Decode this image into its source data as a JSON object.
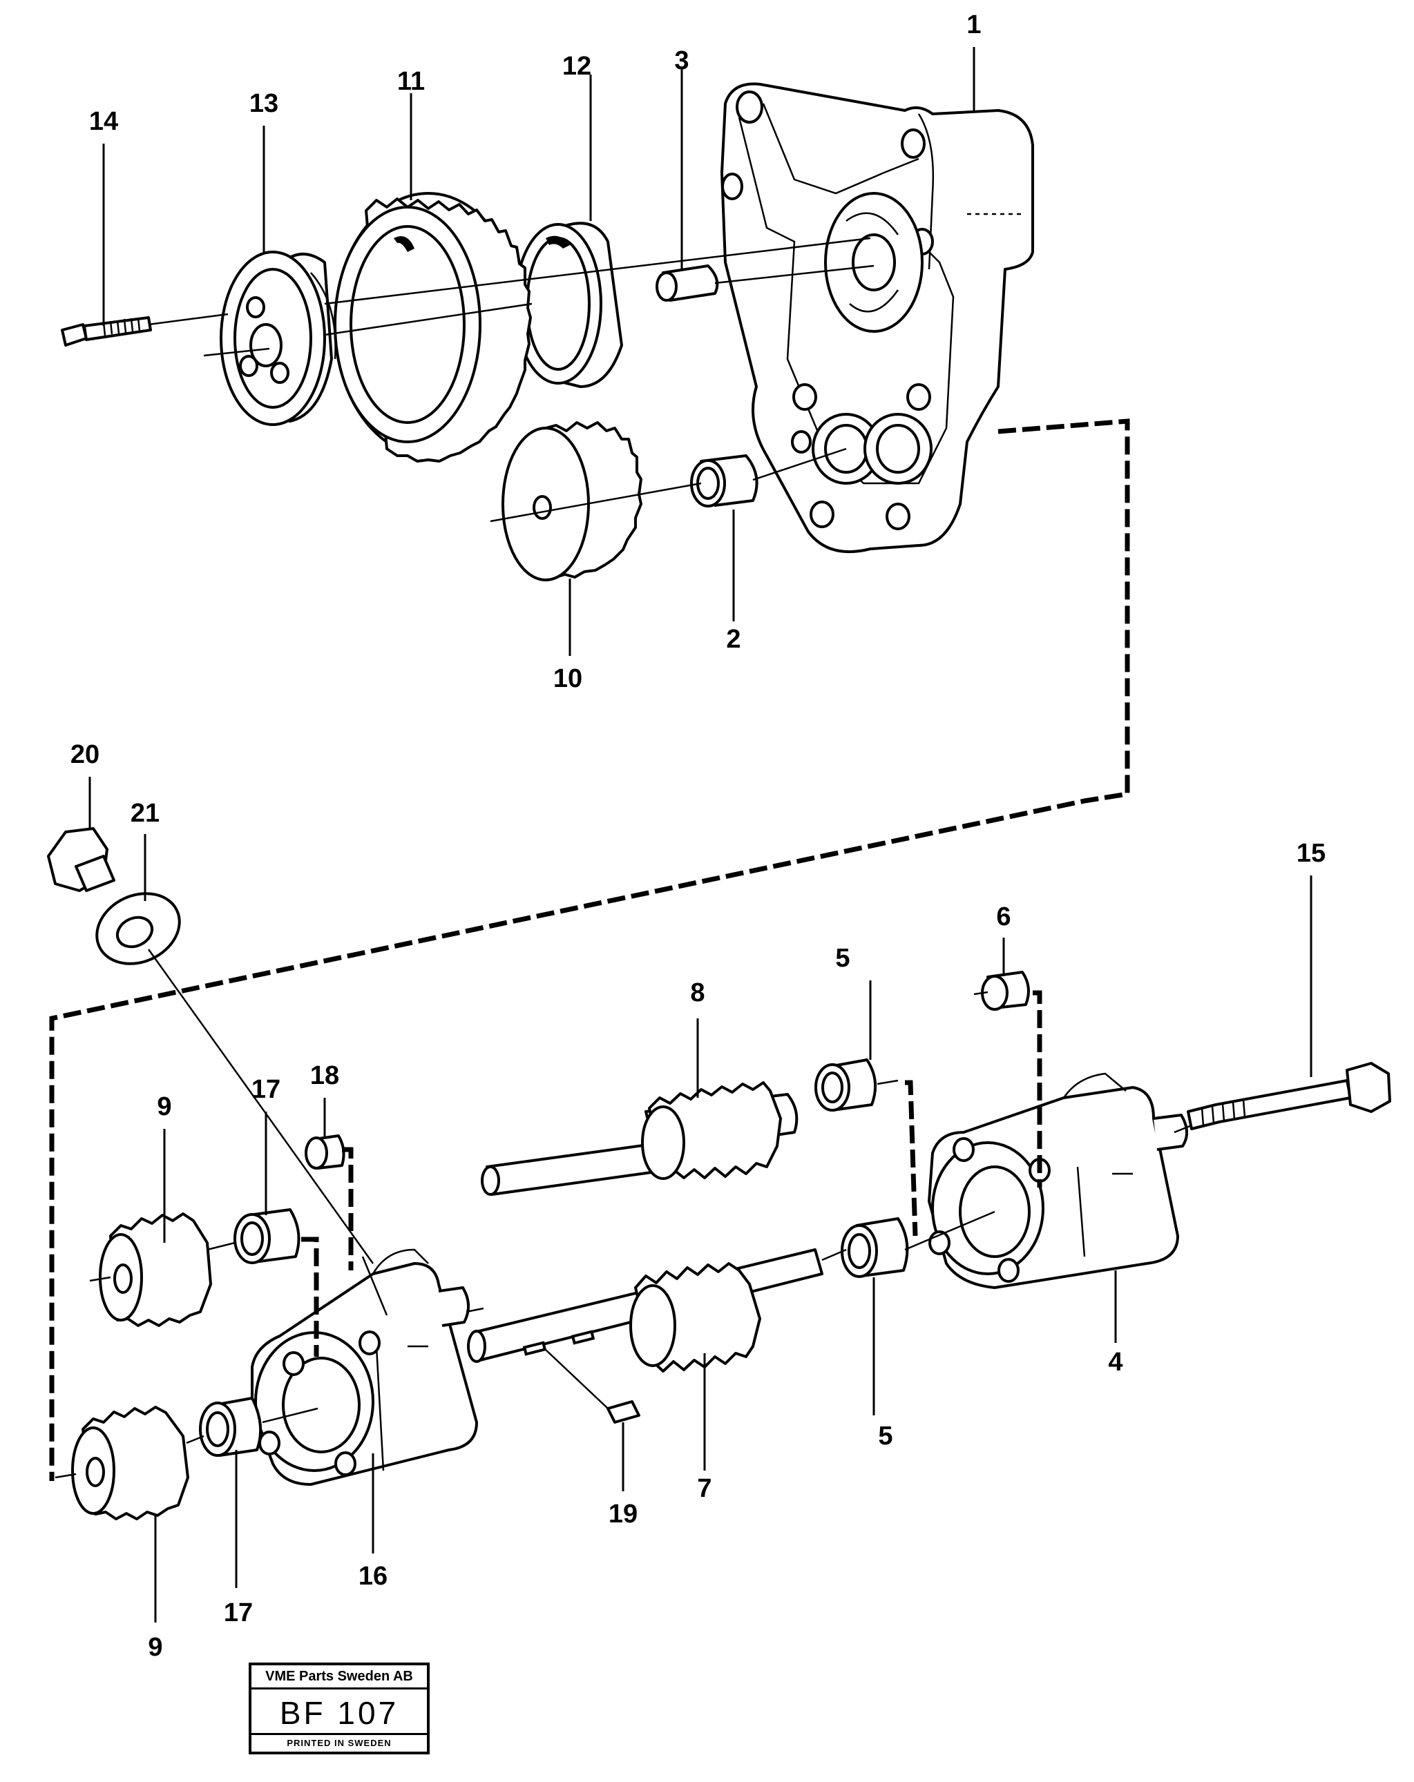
{
  "callouts": {
    "p1": "1",
    "p2": "2",
    "p3": "3",
    "p4": "4",
    "p5a": "5",
    "p5b": "5",
    "p6": "6",
    "p7": "7",
    "p8": "8",
    "p9a": "9",
    "p9b": "9",
    "p10": "10",
    "p11": "11",
    "p12": "12",
    "p13": "13",
    "p14": "14",
    "p15": "15",
    "p16": "16",
    "p17a": "17",
    "p17b": "17",
    "p18": "18",
    "p19": "19",
    "p20": "20",
    "p21": "21"
  },
  "stamp": {
    "company": "VME Parts Sweden AB",
    "code": "BF 107",
    "footer": "PRINTED IN SWEDEN"
  }
}
